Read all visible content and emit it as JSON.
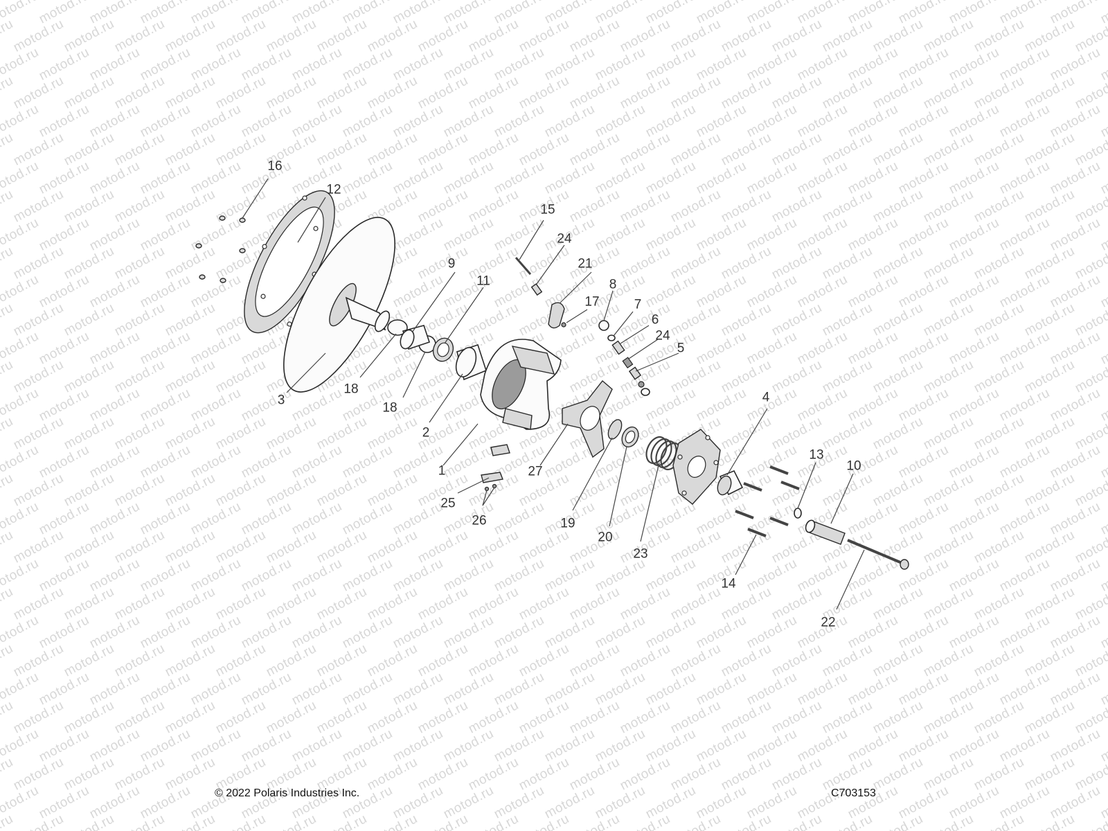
{
  "watermark": {
    "text": "motod.ru",
    "color": "#d7d7d7"
  },
  "callouts": {
    "c1": "1",
    "c2": "2",
    "c3": "3",
    "c4": "4",
    "c5": "5",
    "c6": "6",
    "c7": "7",
    "c8": "8",
    "c9": "9",
    "c10": "10",
    "c11": "11",
    "c12": "12",
    "c13": "13",
    "c14": "14",
    "c15": "15",
    "c16": "16",
    "c17": "17",
    "c18a": "18",
    "c18b": "18",
    "c19": "19",
    "c20": "20",
    "c21": "21",
    "c22": "22",
    "c23": "23",
    "c24a": "24",
    "c24b": "24",
    "c25": "25",
    "c26": "26",
    "c27": "27"
  },
  "footer": {
    "copyright": "© 2022 Polaris Industries Inc.",
    "code": "C703153"
  }
}
